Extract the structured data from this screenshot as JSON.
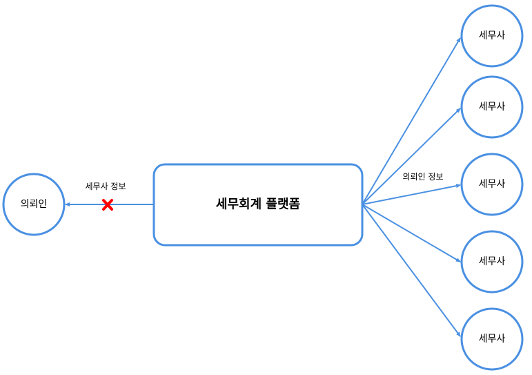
{
  "colors": {
    "stroke": "#4a90e2",
    "blocked_mark": "#ff0000",
    "text": "#000000"
  },
  "platform": {
    "label": "세무회계 플랫폼"
  },
  "client": {
    "label": "의뢰인"
  },
  "tax_accountants": [
    {
      "label": "세무사"
    },
    {
      "label": "세무사"
    },
    {
      "label": "세무사"
    },
    {
      "label": "세무사"
    },
    {
      "label": "세무사"
    }
  ],
  "edges": {
    "to_client_label": "세무사 정보",
    "to_client_blocked_icon": "x-mark",
    "to_accountants_label": "의뢰인 정보"
  }
}
